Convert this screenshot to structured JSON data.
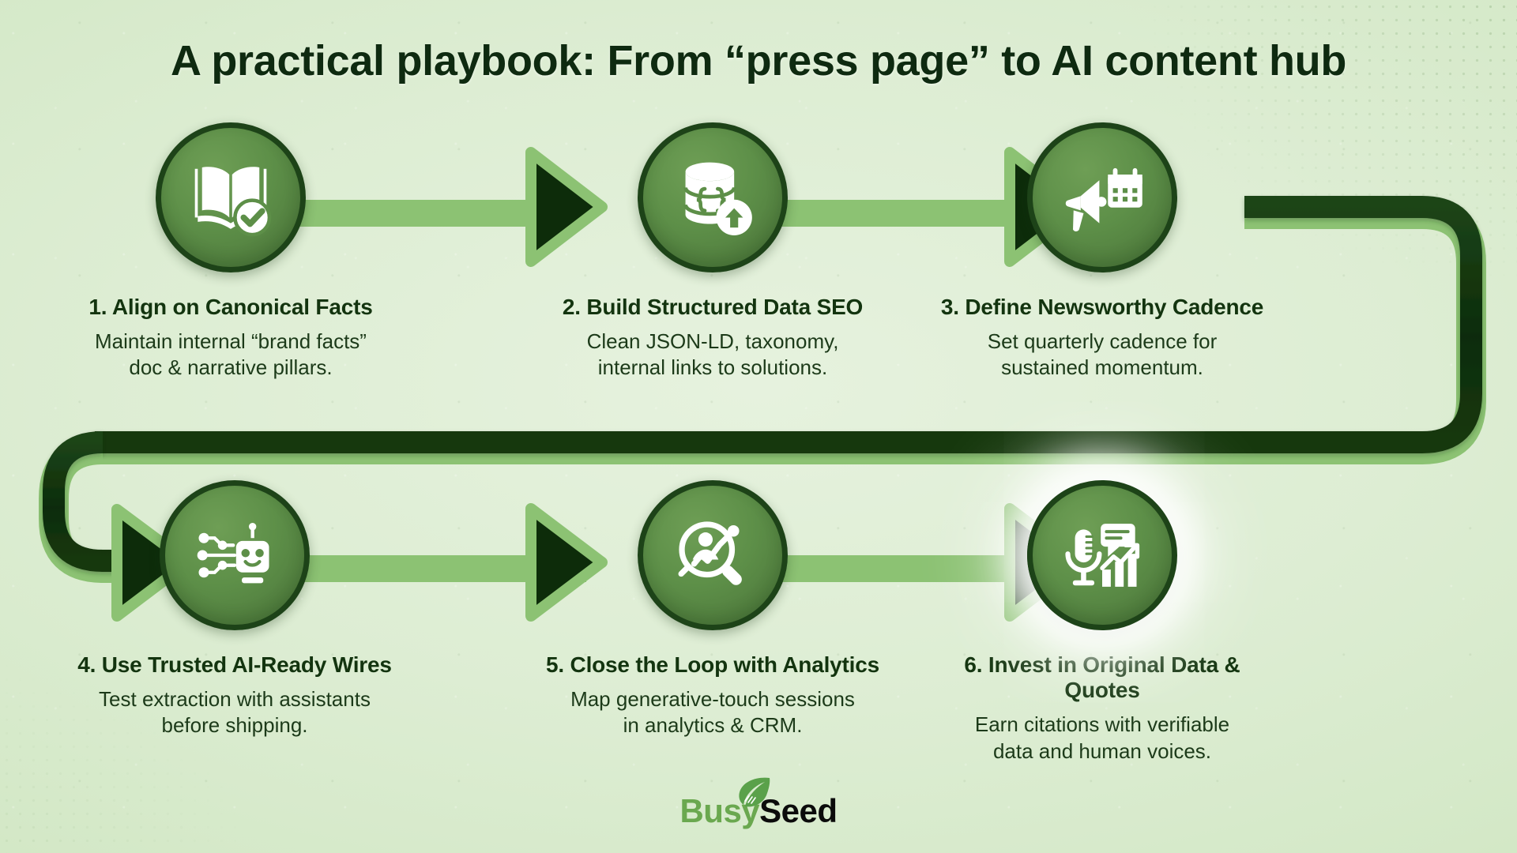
{
  "title": "A practical playbook: From “press page” to AI content hub",
  "colors": {
    "background": "#dcecd2",
    "circle_fill": "#5d8f48",
    "circle_border": "#1d4318",
    "connector_dark": "#12330f",
    "connector_light": "#8cc273",
    "title_text": "#0e2a10",
    "body_text": "#1c3a19",
    "logo_busy": "#6aa84f",
    "logo_seed": "#0b0b0b"
  },
  "steps": [
    {
      "number": "1.",
      "title": "1. Align on Canonical Facts",
      "desc_line1": "Maintain internal “brand facts”",
      "desc_line2": "doc & narrative pillars.",
      "icon": "open-book-check-icon"
    },
    {
      "number": "2.",
      "title": "2. Build Structured Data SEO",
      "desc_line1": "Clean JSON-LD, taxonomy,",
      "desc_line2": "internal links to solutions.",
      "icon": "database-json-upload-icon"
    },
    {
      "number": "3.",
      "title": "3. Define Newsworthy Cadence",
      "desc_line1": "Set quarterly cadence for",
      "desc_line2": "sustained momentum.",
      "icon": "megaphone-calendar-icon"
    },
    {
      "number": "4.",
      "title": "4. Use Trusted AI-Ready Wires",
      "desc_line1": "Test extraction with assistants",
      "desc_line2": "before shipping.",
      "icon": "robot-network-icon"
    },
    {
      "number": "5.",
      "title": "5. Close the Loop with Analytics",
      "desc_line1": "Map generative-touch sessions",
      "desc_line2": "in analytics & CRM.",
      "icon": "magnifier-analytics-person-icon"
    },
    {
      "number": "6.",
      "title": "6. Invest in Original Data & Quotes",
      "desc_line1": "Earn citations with verifiable",
      "desc_line2": "data and human voices.",
      "icon": "microphone-chat-chart-icon"
    }
  ],
  "logo": {
    "word1": "Busy",
    "word2": "Seed",
    "leaf_icon": "leaf-icon"
  }
}
